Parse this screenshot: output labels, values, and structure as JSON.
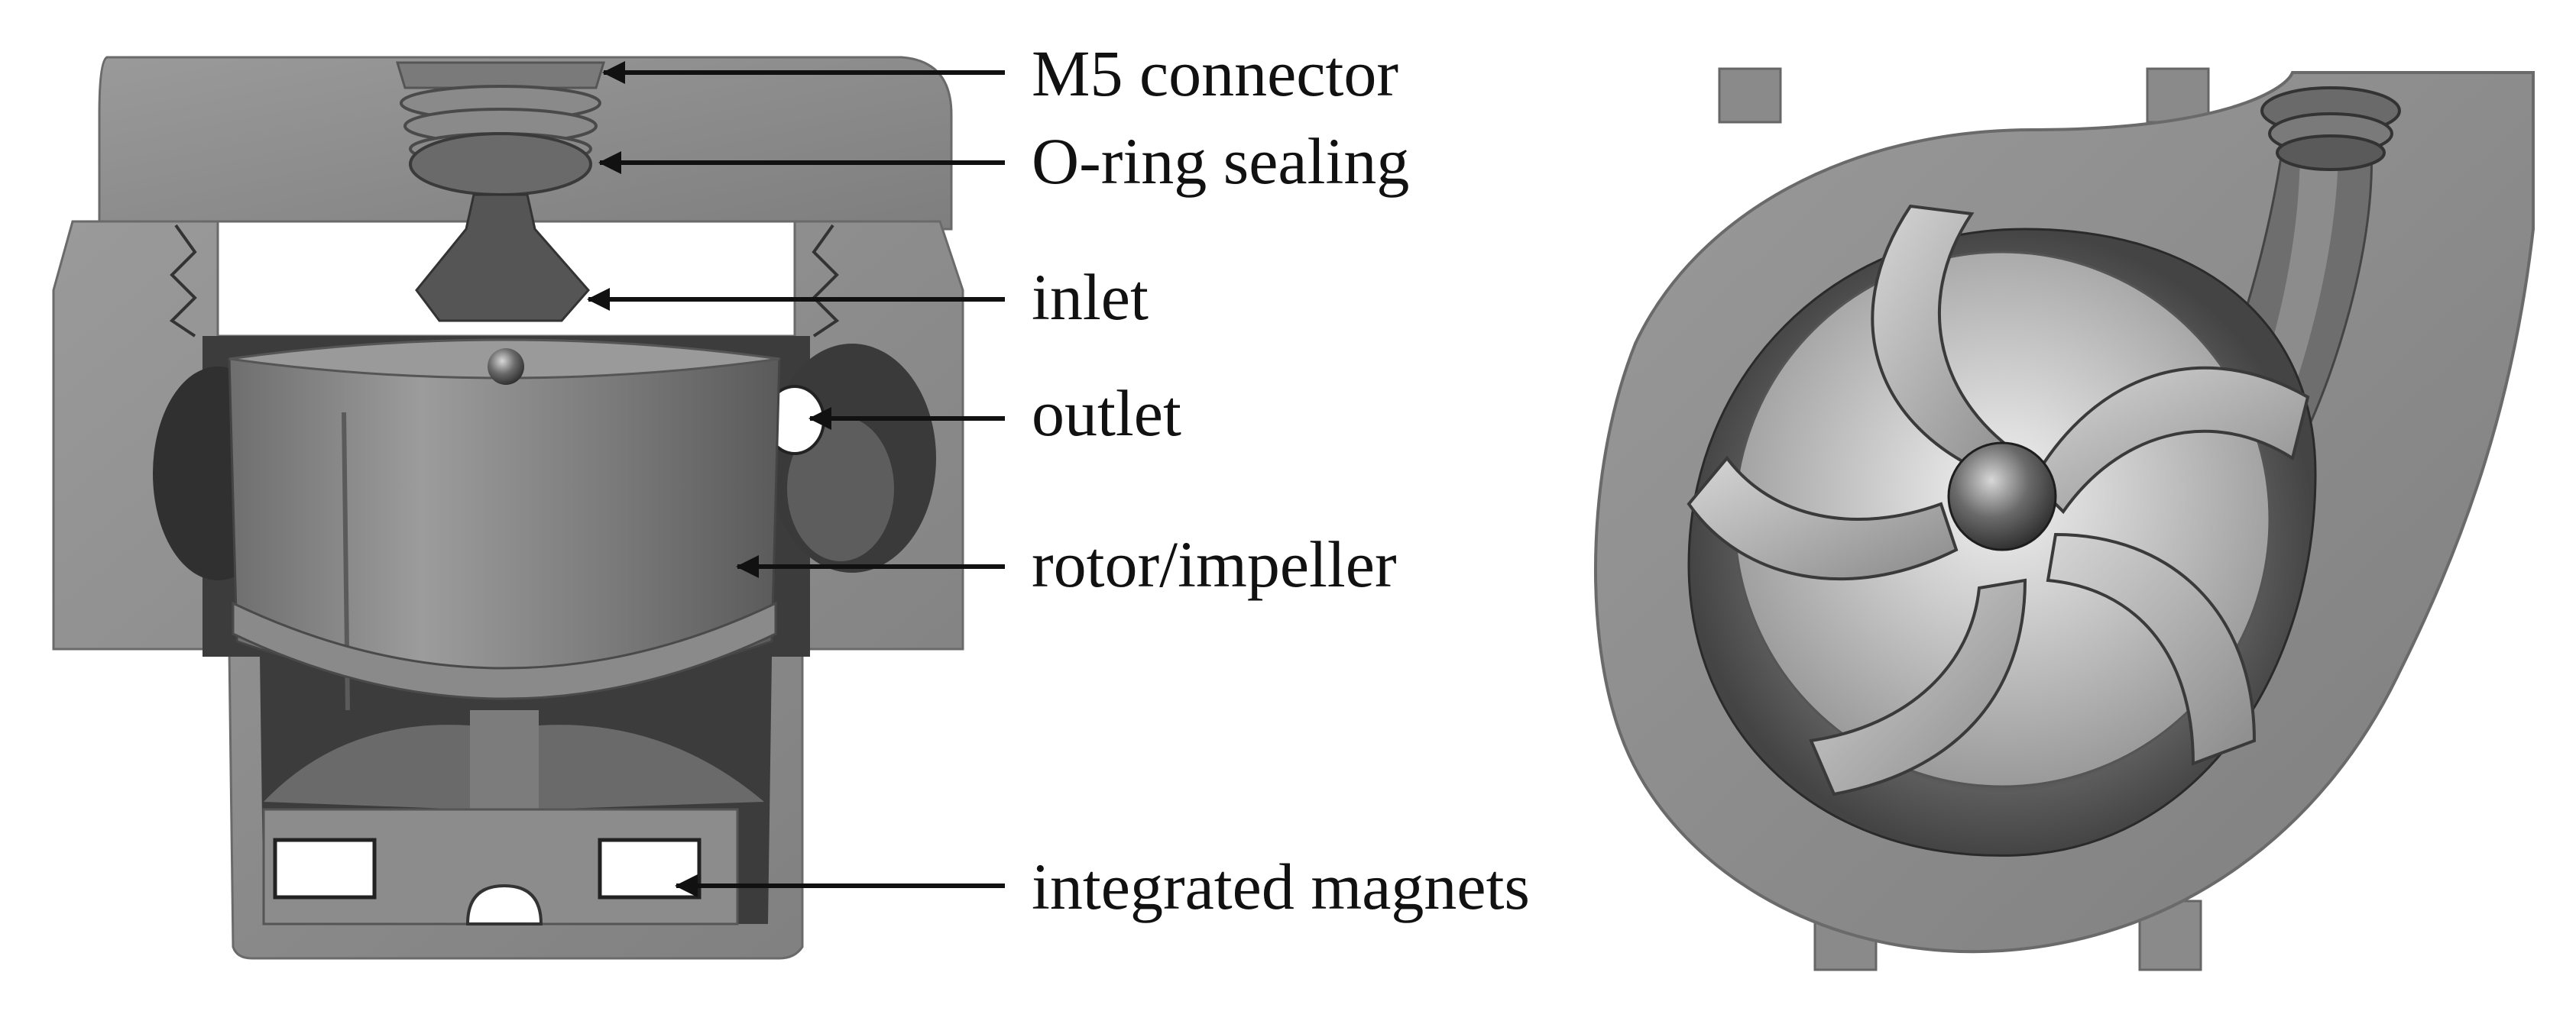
{
  "labels": {
    "m5_connector": "M5 connector",
    "o_ring_sealing": "O-ring sealing",
    "inlet": "inlet",
    "outlet": "outlet",
    "rotor_impeller": "rotor/impeller",
    "integrated_magnets": "integrated magnets"
  },
  "colors": {
    "background": "#ffffff",
    "housing": "#8c8c8c",
    "housing_dark": "#5a5a5a",
    "cavity": "#3a3a3a",
    "impeller_light": "#c8c8c8",
    "label_text": "#111111",
    "arrow": "#111111"
  }
}
